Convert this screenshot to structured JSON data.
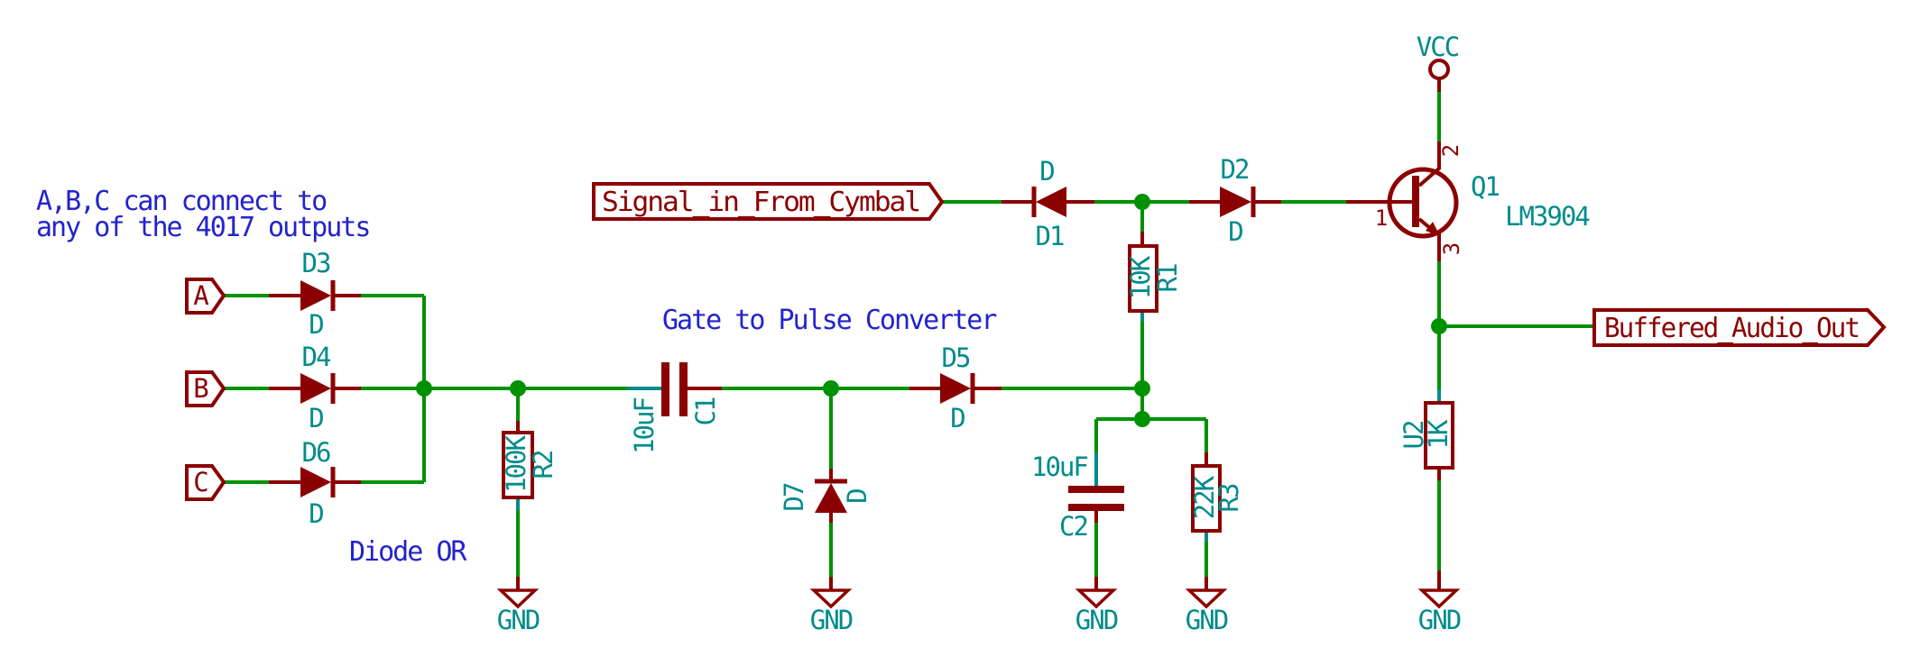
{
  "schematic": {
    "notes": {
      "line1": "A,B,C can connect to",
      "line2": "any of the 4017 outputs",
      "diode_or": "Diode OR",
      "gate_title": "Gate to Pulse Converter"
    },
    "labels": {
      "signal_in": "Signal_in_From_Cymbal",
      "audio_out": "Buffered_Audio_Out",
      "in_a": "A",
      "in_b": "B",
      "in_c": "C"
    },
    "power": {
      "vcc": "VCC",
      "gnd": "GND"
    },
    "components": {
      "d1": {
        "ref": "D1",
        "value": "D"
      },
      "d2": {
        "ref": "D2",
        "value": "D"
      },
      "d3": {
        "ref": "D3",
        "value": "D"
      },
      "d4": {
        "ref": "D4",
        "value": "D"
      },
      "d5": {
        "ref": "D5",
        "value": "D"
      },
      "d6": {
        "ref": "D6",
        "value": "D"
      },
      "d7": {
        "ref": "D7",
        "value": "D"
      },
      "r1": {
        "ref": "R1",
        "value": "10K"
      },
      "r2": {
        "ref": "R2",
        "value": "100K"
      },
      "r3": {
        "ref": "R3",
        "value": "22K"
      },
      "u2": {
        "ref": "U2",
        "value": "1K"
      },
      "c1": {
        "ref": "C1",
        "value": "10uF"
      },
      "c2": {
        "ref": "C2",
        "value": "10uF"
      },
      "q1": {
        "ref": "Q1",
        "value": "LM3904",
        "pin_base": "1",
        "pin_collector": "2",
        "pin_emitter": "3"
      }
    },
    "colors": {
      "wire": "#009100",
      "component": "#8B0000",
      "text": "#008B8B",
      "note": "#2323CC",
      "background": "#FFFFFF"
    }
  }
}
